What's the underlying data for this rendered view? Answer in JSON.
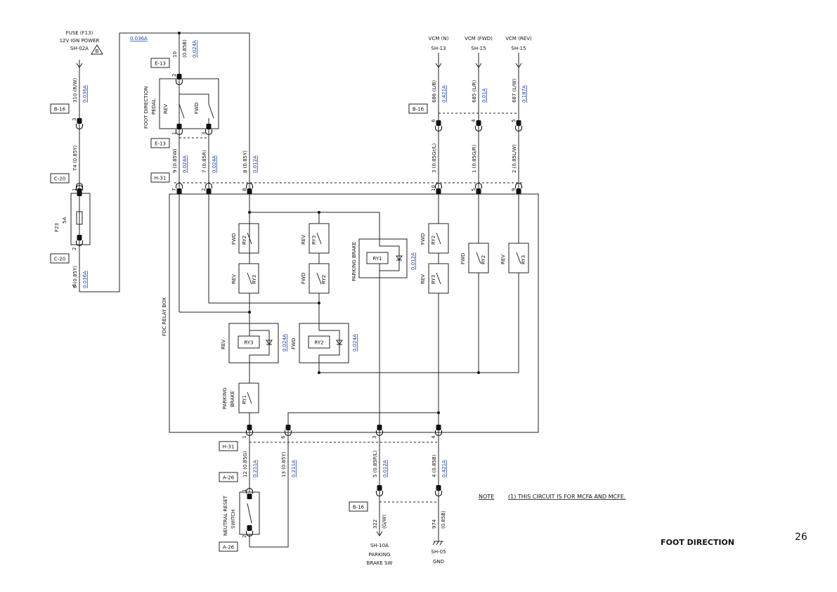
{
  "page": {
    "number": "26",
    "title": "FOOT DIRECTION",
    "note_label": "NOTE",
    "note_text": "(1) THIS CIRCUIT IS FOR MCFA AND MCFE."
  },
  "sources": {
    "fuse_line1": "FUSE (F13)",
    "fuse_line2": "12V IGN POWER",
    "fuse_line3": "SH-02A",
    "fuse_badge": "B",
    "vcm_n": "VCM (N)",
    "vcm_n_sheet": "SH-13",
    "vcm_fwd": "VCM (FWD)",
    "vcm_fwd_sheet": "SH-15",
    "vcm_rev": "VCM (REV)",
    "vcm_rev_sheet": "SH-15",
    "parking_sheet": "SH-10A",
    "parking_line1": "PARKING",
    "parking_line2": "BRAKE SW",
    "gnd_sheet": "SH-05",
    "gnd_label": "GND"
  },
  "connectors": {
    "b16": "B-16",
    "c20": "C-20",
    "e13": "E-13",
    "h31": "H-31",
    "a26": "A-26"
  },
  "wires": {
    "w310": "310 (R/W)",
    "w310_cur": "0.036A",
    "wT4": "T4 (0.85Y)",
    "w6": "6 (0.85Y)",
    "w6_cur": "0.036A",
    "top_cur": "0.036A",
    "w10": "10",
    "w10_spec": "(0.85B)",
    "w10_cur": "0.024A",
    "w9": "9 (0.85W)",
    "w9_cur": "0.024A",
    "w7": "7 (0.85R)",
    "w7_cur": "0.024A",
    "w8": "8 (0.85Y)",
    "w8_cur": "0.012A",
    "w686": "686 (L/B)",
    "w686_cur": "0.421A",
    "w685": "685 (L/R)",
    "w685_cur": "0.01A",
    "w687": "687 (L/W)",
    "w687_cur": "0.187A",
    "w3": "3 (0.85Gr/L)",
    "w1": "1 (0.85G/R)",
    "w2": "2 (0.85L/W)",
    "w12": "12 (0.85G)",
    "w12_cur": "0.211A",
    "w13": "13 (0.85Y)",
    "w13_cur": "0.211A",
    "w5": "5 (0.85P/L)",
    "w5_cur": "0.012A",
    "w4": "4 (0.85B)",
    "w4_cur": "0.421A",
    "w322": "322",
    "w322_spec": "(G/W)",
    "w974": "974",
    "w974_spec": "(0.85B)"
  },
  "components": {
    "fuse_name": "F23",
    "fuse_rating": "5A",
    "pedal_line1": "FOOT DIRECTION",
    "pedal_line2": "PEDAL",
    "pedal_rev": "REV",
    "pedal_fwd": "FWD",
    "relay_box": "FDC RELAY BOX",
    "fwd": "FWD",
    "rev": "REV",
    "ry1": "RY1",
    "ry2": "RY2",
    "ry3": "RY3",
    "parking_brake": "PARKING BRAKE",
    "parking": "PARKING",
    "brake": "BRAKE",
    "coil_rev_cur": "0.024A",
    "coil_fwd_cur": "0.024A",
    "coil_pb_cur": "0.012A",
    "neutral_line1": "NEUTRAL RESET",
    "neutral_line2": "SWITCH"
  },
  "pins": {
    "p1": "1",
    "p2": "2",
    "p3": "3",
    "p4": "4",
    "p5": "5",
    "p6": "6",
    "p7": "7",
    "p8": "8",
    "p9": "9",
    "p10": "10"
  },
  "colors": {
    "line": "#222222",
    "link": "#1a3fb0"
  }
}
